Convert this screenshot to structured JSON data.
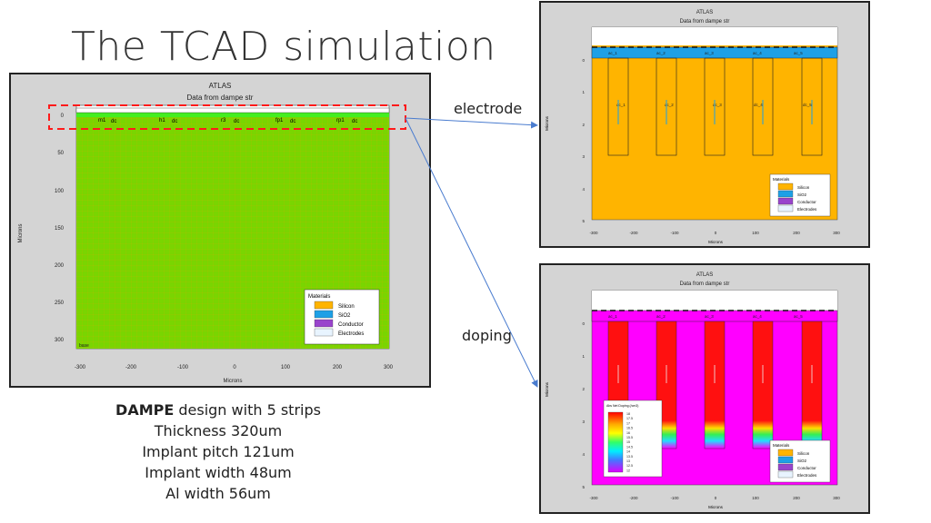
{
  "slide": {
    "title": "The TCAD simulation",
    "callout_electrode": "electrode",
    "callout_doping": "doping",
    "caption": {
      "bold": "DAMPE",
      "line1_rest": " design with 5 strips",
      "line2": "Thickness 320um",
      "line3": "Implant pitch 121um",
      "line4": "Implant width 48um",
      "line5": "Al width 56um"
    }
  },
  "plot_common": {
    "header": "ATLAS",
    "subtitle": "Data from dampe str",
    "xlabel": "Microns",
    "ylabel": "Microns",
    "x_ticks": [
      "-300",
      "-200",
      "-100",
      "0",
      "100",
      "200",
      "300"
    ],
    "legend": {
      "title": "Materials",
      "items": [
        {
          "label": "Silicon",
          "color": "#ffb400"
        },
        {
          "label": "SiO2",
          "color": "#1ea0e6"
        },
        {
          "label": "Conductor",
          "color": "#9944cc"
        },
        {
          "label": "Electrodes",
          "color": "#e8f4ff"
        }
      ]
    }
  },
  "main_plot": {
    "y_ticks": [
      "0",
      "50",
      "100",
      "150",
      "200",
      "250",
      "300"
    ],
    "strip_labels": [
      "m1",
      "dc",
      "h1",
      "dc",
      "r3",
      "dc",
      "fp1",
      "dc",
      "rp1",
      "dc"
    ],
    "base_label": "base"
  },
  "electrode_plot": {
    "y_ticks": [
      "0",
      "1",
      "2",
      "3",
      "4",
      "5"
    ],
    "electrode_labels": [
      "ac_1",
      "ac_2",
      "ac_3",
      "ac_4",
      "ac_5"
    ],
    "implant_labels": [
      "dc_1",
      "dc_2",
      "dc_3",
      "dc_4",
      "dc_5"
    ]
  },
  "doping_plot": {
    "y_ticks": [
      "0",
      "1",
      "2",
      "3",
      "4",
      "5"
    ],
    "electrode_labels": [
      "ac_1",
      "ac_2",
      "ac_3",
      "ac_4",
      "ac_5"
    ],
    "doping_legend_title": "Abs Net Doping (/cm3)",
    "doping_levels": [
      "18",
      "17.5",
      "17",
      "16.5",
      "16",
      "15.5",
      "15",
      "14.5",
      "14",
      "13.5",
      "13",
      "12.5",
      "12"
    ]
  }
}
